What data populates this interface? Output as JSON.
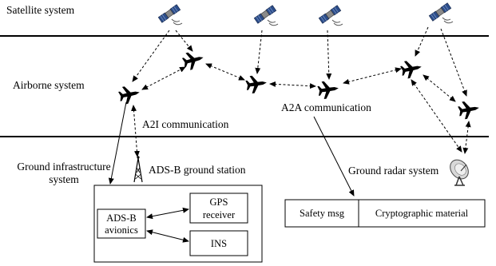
{
  "layers": {
    "satellite": "Satellite system",
    "airborne": "Airborne system",
    "ground_line1": "Ground infrastructure",
    "ground_line2": "system"
  },
  "links": {
    "a2i": "A2I communication",
    "a2a": "A2A communication"
  },
  "ground": {
    "adsb_station": "ADS-B ground station",
    "radar": "Ground radar system"
  },
  "avionics_box": {
    "adsb_line1": "ADS-B",
    "adsb_line2": "avionics",
    "gps_line1": "GPS",
    "gps_line2": "receiver",
    "ins": "INS"
  },
  "message_box": {
    "safety": "Safety msg",
    "crypto": "Cryptographic material"
  },
  "icons": [
    "satellite-icon",
    "airplane-icon",
    "radio-tower-icon",
    "radar-dish-icon"
  ]
}
